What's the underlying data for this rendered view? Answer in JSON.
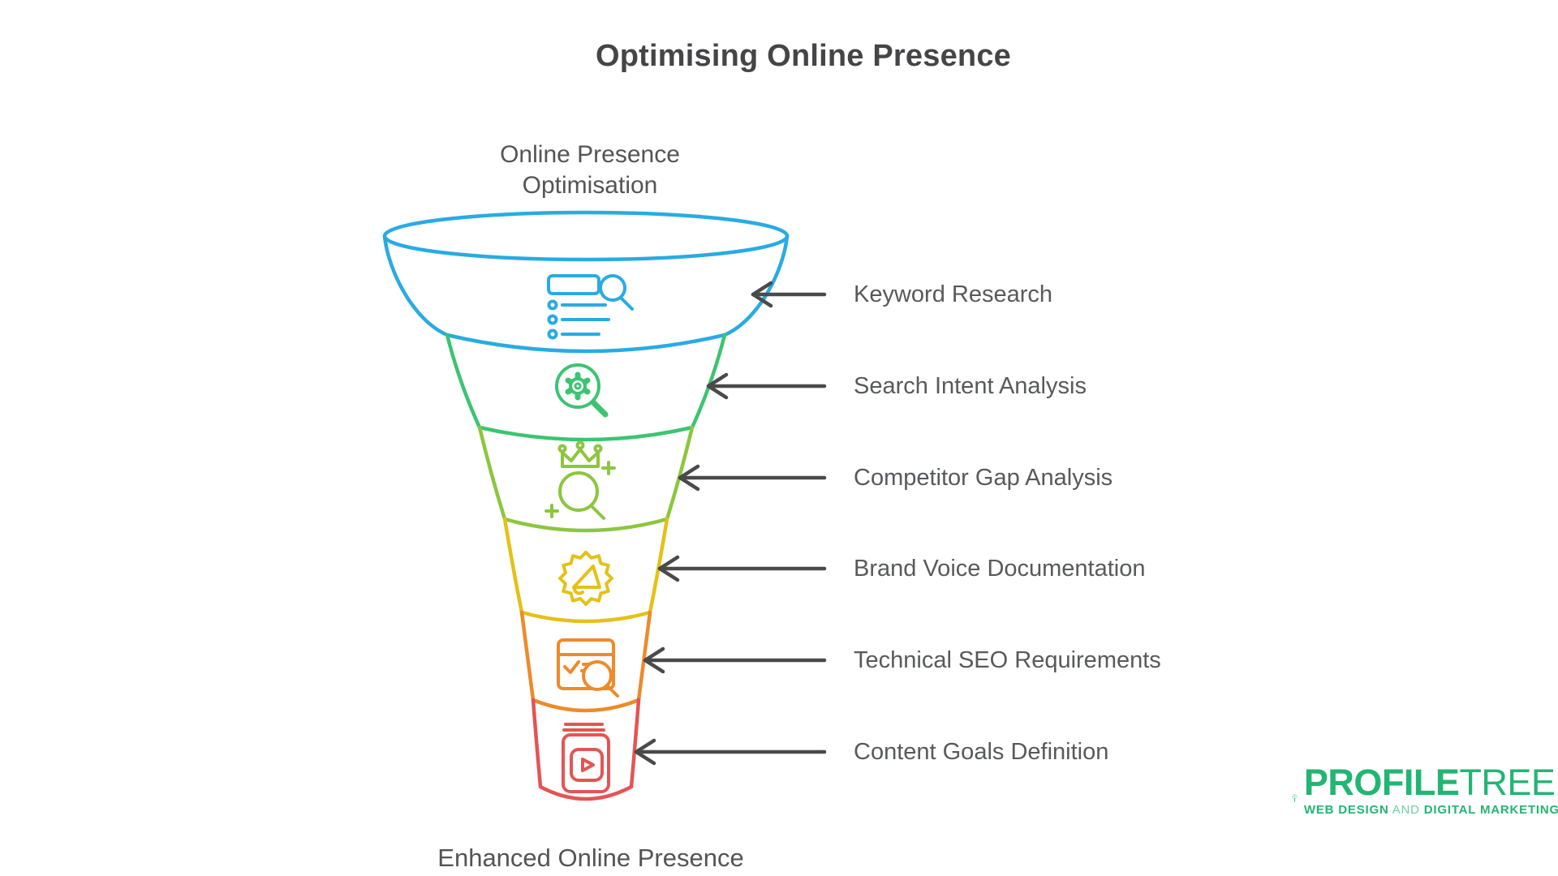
{
  "page": {
    "title": "Optimising Online Presence",
    "background_color": "#ffffff",
    "title_color": "#454547"
  },
  "funnel": {
    "top_label": "Online Presence Optimisation",
    "bottom_label": "Enhanced Online Presence",
    "arrow_color": "#4A4A4A",
    "label_color": "#58595B",
    "stages": [
      {
        "label": "Keyword Research",
        "color": "#29ABE2",
        "icon": "keyword-research-icon"
      },
      {
        "label": "Search Intent Analysis",
        "color": "#3CC471",
        "icon": "search-intent-icon"
      },
      {
        "label": "Competitor Gap Analysis",
        "color": "#8CC63F",
        "icon": "competitor-gap-icon"
      },
      {
        "label": "Brand Voice Documentation",
        "color": "#E4C117",
        "icon": "brand-voice-icon"
      },
      {
        "label": "Technical SEO Requirements",
        "color": "#EE8A2A",
        "icon": "technical-seo-icon"
      },
      {
        "label": "Content Goals Definition",
        "color": "#E55454",
        "icon": "content-goals-icon"
      }
    ]
  },
  "logo": {
    "brand_primary": "PROFILE",
    "brand_secondary": "TREE",
    "tagline_part1": "WEB DESIGN",
    "tagline_and": " AND ",
    "tagline_part2": "DIGITAL MARKETING",
    "color": "#22B573",
    "icon": "profiletree-tree-icon"
  }
}
